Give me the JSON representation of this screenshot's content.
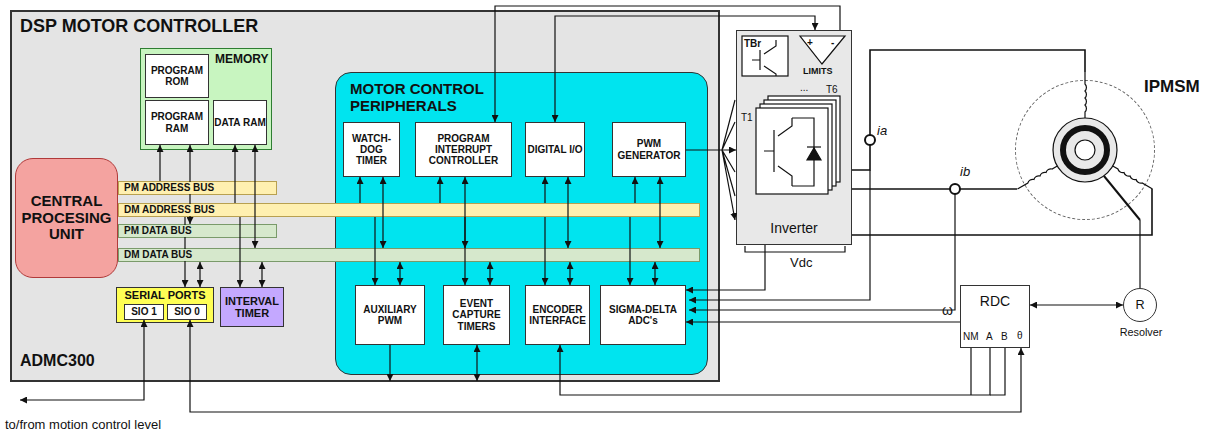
{
  "diagram": {
    "nodes": [
      {
        "text": [
          "DSP MOTOR CONTROLLER",
          "ADMC300"
        ]
      },
      {
        "text": [
          "MEMORY"
        ],
        "in": 0
      },
      {
        "text": [
          "PROGRAM ROM"
        ],
        "in": 1
      },
      {
        "text": [
          "PROGRAM RAM"
        ],
        "in": 1
      },
      {
        "text": [
          "DATA RAM"
        ],
        "in": 1
      },
      {
        "text": [
          "CENTRAL PROCESING UNIT"
        ],
        "in": 0
      },
      {
        "text": [
          "MOTOR CONTROL PERIPHERALS"
        ],
        "in": 0
      },
      {
        "text": [
          "WATCH-DOG TIMER"
        ],
        "in": 6
      },
      {
        "text": [
          "PROGRAM INTERRUPT CONTROLLER"
        ],
        "in": 6
      },
      {
        "text": [
          "DIGITAL I/O"
        ],
        "in": 6
      },
      {
        "text": [
          "PWM GENERATOR"
        ],
        "in": 6
      },
      {
        "text": [
          "AUXILIARY PWM"
        ],
        "in": 6
      },
      {
        "text": [
          "EVENT CAPTURE TIMERS"
        ],
        "in": 6
      },
      {
        "text": [
          "ENCODER INTERFACE"
        ],
        "in": 6
      },
      {
        "text": [
          "SIGMA-DELTA ADC's"
        ],
        "in": 6
      },
      {
        "text": [
          "PM ADDRESS BUS"
        ],
        "in": 0
      },
      {
        "text": [
          "DM ADDRESS BUS"
        ],
        "in": 0
      },
      {
        "text": [
          "PM DATA BUS"
        ],
        "in": 0
      },
      {
        "text": [
          "DM DATA BUS"
        ],
        "in": 0
      },
      {
        "text": [
          "SERIAL PORTS"
        ],
        "in": 0
      },
      {
        "text": [
          "SIO 1"
        ],
        "in": 19
      },
      {
        "text": [
          "SIO 0"
        ],
        "in": 19
      },
      {
        "text": [
          "INTERVAL TIMER"
        ],
        "in": 0
      },
      {
        "text": [
          "Inverter"
        ]
      },
      {
        "text": [
          "IPMSM"
        ]
      },
      {
        "text": [
          "RDC"
        ]
      },
      {
        "text": [
          "R",
          "Resolver"
        ]
      }
    ],
    "edges": [
      {
        "from": 15,
        "to": 3,
        "arrow": "to"
      },
      {
        "from": 17,
        "to": 3,
        "arrow": "both"
      },
      {
        "from": 16,
        "to": 4,
        "arrow": "to"
      },
      {
        "from": 18,
        "to": 4,
        "arrow": "both"
      },
      {
        "from": 16,
        "to": 19,
        "arrow": "to"
      },
      {
        "from": 18,
        "to": 19,
        "arrow": "both"
      },
      {
        "from": 16,
        "to": 22,
        "arrow": "to"
      },
      {
        "from": 18,
        "to": 22,
        "arrow": "both"
      },
      {
        "from": 16,
        "to": 7,
        "arrow": "to"
      },
      {
        "from": 18,
        "to": 7,
        "arrow": "both"
      },
      {
        "from": 16,
        "to": 8,
        "arrow": "to"
      },
      {
        "from": 18,
        "to": 8,
        "arrow": "both"
      },
      {
        "from": 16,
        "to": 9,
        "arrow": "to"
      },
      {
        "from": 18,
        "to": 9,
        "arrow": "both"
      },
      {
        "from": 16,
        "to": 10,
        "arrow": "to"
      },
      {
        "from": 18,
        "to": 10,
        "arrow": "both"
      },
      {
        "from": 16,
        "to": 11,
        "arrow": "to"
      },
      {
        "from": 18,
        "to": 11,
        "arrow": "both"
      },
      {
        "from": 16,
        "to": 12,
        "arrow": "to"
      },
      {
        "from": 18,
        "to": 12,
        "arrow": "both"
      },
      {
        "from": 16,
        "to": 13,
        "arrow": "to"
      },
      {
        "from": 18,
        "to": 13,
        "arrow": "both"
      },
      {
        "from": 16,
        "to": 14,
        "arrow": "to"
      },
      {
        "from": 18,
        "to": 14,
        "arrow": "both"
      },
      {
        "from": 10,
        "to": 23,
        "arrow": "to"
      },
      {
        "from": 23,
        "to": 8,
        "arrow": "to"
      },
      {
        "from": 9,
        "to": 23,
        "arrow": "both"
      },
      {
        "from": 23,
        "to": 14,
        "arrow": "to"
      },
      {
        "from": 25,
        "to": 14,
        "arrow": "to"
      },
      {
        "from": 25,
        "to": 13,
        "arrow": "to"
      },
      {
        "from": 25,
        "to": 21,
        "arrow": "both"
      },
      {
        "from": 23,
        "to": 24,
        "arrow": "none"
      },
      {
        "from": 25,
        "to": 26,
        "arrow": "both"
      },
      {
        "from": 24,
        "to": 26,
        "arrow": "none"
      }
    ],
    "labels": [
      "TBr",
      "+",
      "-",
      "LIMITS",
      "T6",
      "...",
      "T1",
      "ia",
      "ib",
      "Vdc",
      "ω",
      "NM",
      "A",
      "B",
      "θ",
      "to/from motion control level"
    ]
  }
}
